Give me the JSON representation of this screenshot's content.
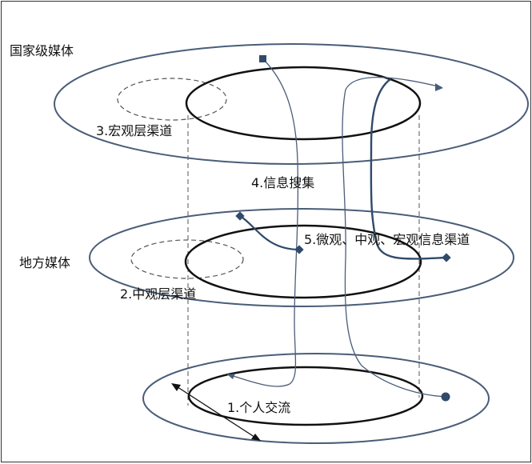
{
  "labels": {
    "national_media": "国家级媒体",
    "local_media": "地方媒体",
    "macro_channel": "3.宏观层渠道",
    "meso_channel": "2.中观层渠道",
    "info_collection": "4.信息搜集",
    "multi_channel": "5.微观、中观、宏观信息渠道",
    "personal_exchange": "1.个人交流"
  },
  "colors": {
    "ring": "#4a5d78",
    "inner": "#111111",
    "dashed": "#555555",
    "marker": "#2f4a6a"
  }
}
